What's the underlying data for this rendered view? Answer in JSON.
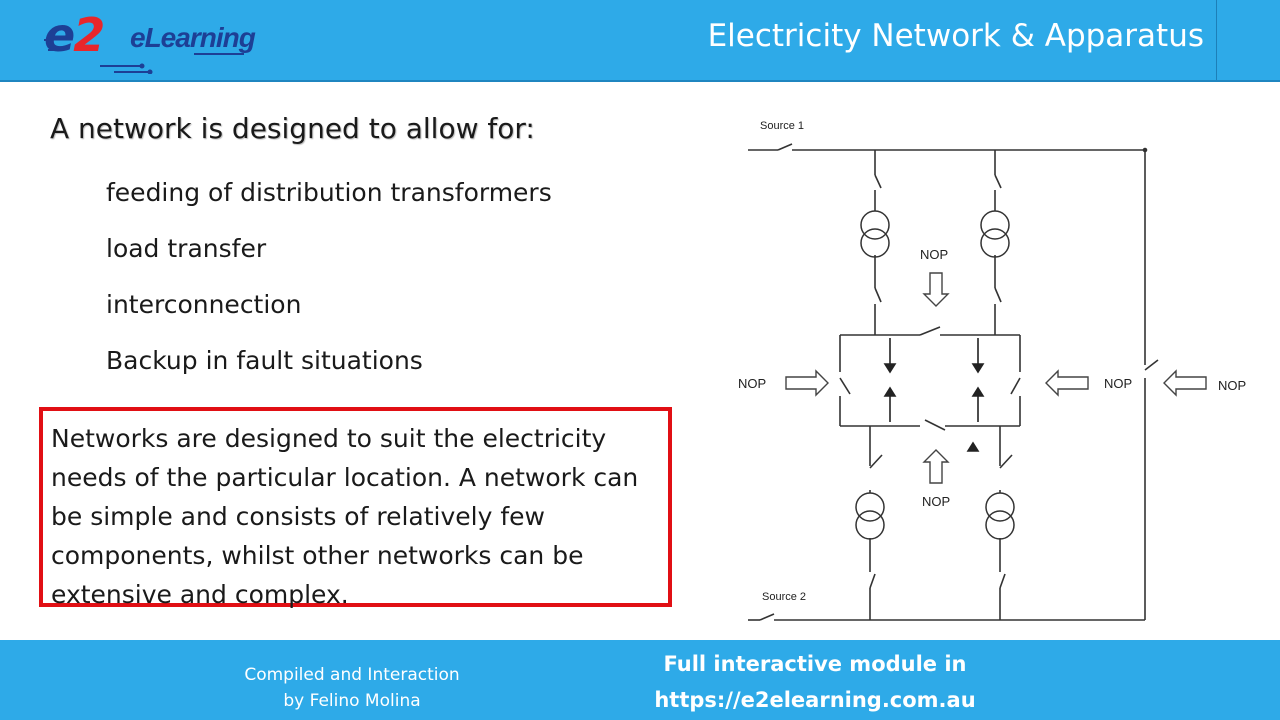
{
  "header": {
    "logo_main": "e2",
    "logo_sub": "eLearning",
    "title": "Electricity Network & Apparatus"
  },
  "content": {
    "heading": "A network is designed to allow for:",
    "bullets": [
      "feeding of distribution transformers",
      "load transfer",
      "interconnection",
      "Backup in fault situations"
    ],
    "callout": "Networks are designed to suit the electricity needs of the particular location. A network can be simple and consists of relatively few components, whilst other networks can be extensive and complex."
  },
  "diagram": {
    "source_top": "Source 1",
    "source_bottom": "Source 2",
    "nop_label": "NOP"
  },
  "footer": {
    "credits_line1": "Compiled and Interaction",
    "credits_line2": "by Felino Molina",
    "promo_line1": "Full interactive module in",
    "promo_link": "https://e2elearning.com.au"
  },
  "colors": {
    "bar": "#2eaae8",
    "callout_border": "#e10f14",
    "logo_blue": "#1d3f95",
    "logo_red": "#e8262b"
  }
}
